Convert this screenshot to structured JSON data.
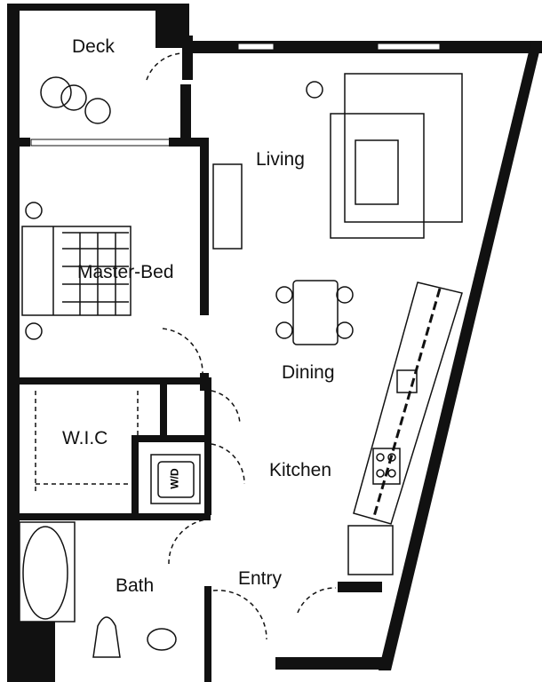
{
  "rooms": {
    "deck": "Deck",
    "living": "Living",
    "master_bed": "Master-Bed",
    "dining": "Dining",
    "wic": "W.I.C",
    "kitchen": "Kitchen",
    "bath": "Bath",
    "entry": "Entry"
  },
  "appliance": {
    "washer_dryer": "W/D"
  },
  "colors": {
    "wall": "#111111",
    "background": "#ffffff"
  }
}
